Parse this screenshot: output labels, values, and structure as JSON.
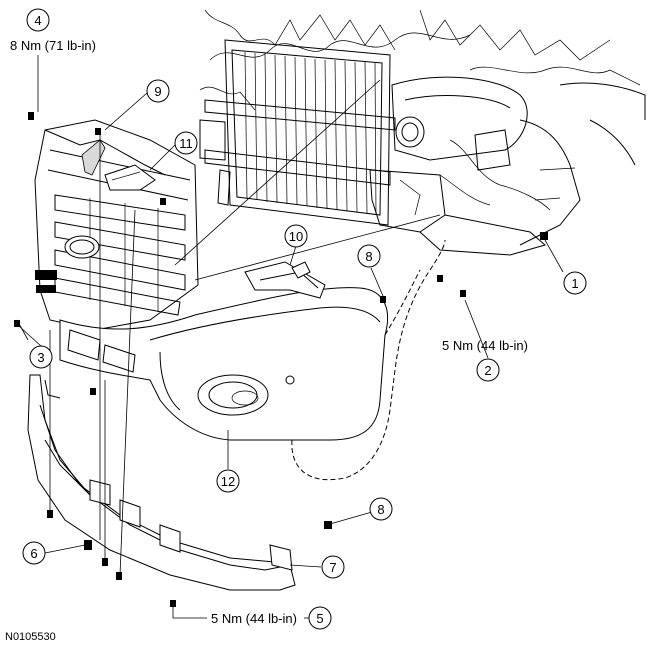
{
  "figure_id": "N0105530",
  "callouts": [
    {
      "num": "1"
    },
    {
      "num": "2"
    },
    {
      "num": "3"
    },
    {
      "num": "4"
    },
    {
      "num": "5"
    },
    {
      "num": "6"
    },
    {
      "num": "7"
    },
    {
      "num": "8"
    },
    {
      "num": "8"
    },
    {
      "num": "9"
    },
    {
      "num": "10"
    },
    {
      "num": "11"
    },
    {
      "num": "12"
    }
  ],
  "torque": {
    "item4": "8 Nm (71 lb-in)",
    "item2": "5 Nm (44 lb-in)",
    "item5": "5 Nm (44 lb-in)"
  }
}
